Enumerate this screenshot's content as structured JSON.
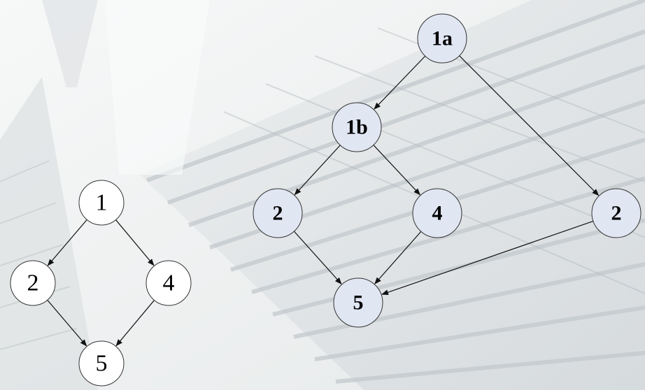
{
  "colors": {
    "background": "#f1f2f2",
    "node_fill_plain": "#ffffff",
    "node_fill_highlight": "#e1e6f3",
    "edge": "#111111"
  },
  "diagrams": [
    {
      "id": "original-graph",
      "style": "plain",
      "nodes": [
        {
          "id": "n1",
          "label": "1"
        },
        {
          "id": "n2",
          "label": "2"
        },
        {
          "id": "n4",
          "label": "4"
        },
        {
          "id": "n5",
          "label": "5"
        }
      ],
      "edges": [
        {
          "from": "n1",
          "to": "n2"
        },
        {
          "from": "n1",
          "to": "n4"
        },
        {
          "from": "n2",
          "to": "n5"
        },
        {
          "from": "n4",
          "to": "n5"
        }
      ]
    },
    {
      "id": "transformed-graph",
      "style": "highlight",
      "nodes": [
        {
          "id": "n1a",
          "label": "1a"
        },
        {
          "id": "n1b",
          "label": "1b"
        },
        {
          "id": "n2l",
          "label": "2"
        },
        {
          "id": "n4",
          "label": "4"
        },
        {
          "id": "n2r",
          "label": "2"
        },
        {
          "id": "n5",
          "label": "5"
        }
      ],
      "edges": [
        {
          "from": "n1a",
          "to": "n1b"
        },
        {
          "from": "n1a",
          "to": "n2r"
        },
        {
          "from": "n1b",
          "to": "n2l"
        },
        {
          "from": "n1b",
          "to": "n4"
        },
        {
          "from": "n2l",
          "to": "n5"
        },
        {
          "from": "n4",
          "to": "n5"
        },
        {
          "from": "n2r",
          "to": "n5"
        }
      ]
    }
  ]
}
